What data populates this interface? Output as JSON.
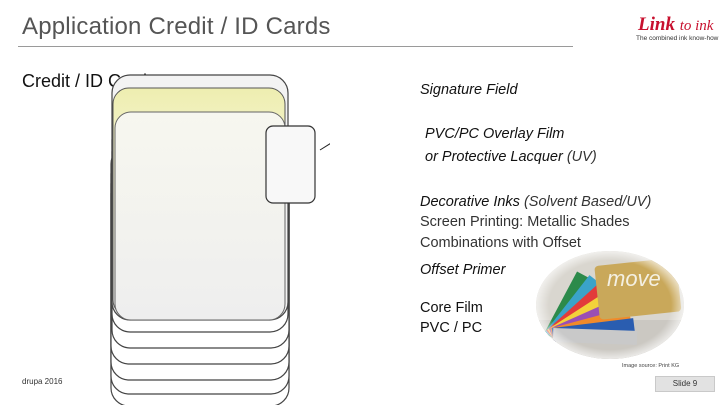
{
  "header": {
    "title": "Application Credit / ID Cards",
    "logo_text_main": "Link",
    "logo_text_suffix": "to ink",
    "logo_tagline": "The combined ink know-how"
  },
  "subtitle": "Credit / ID Cards",
  "layers": {
    "signature": "Signature Field",
    "overlay_line1": "PVC/PC Overlay Film",
    "overlay_line2_pre": "or ",
    "overlay_line2_mid": "Protective Lacquer",
    "overlay_line2_post": " (UV)",
    "decor_main": "Decorative Inks",
    "decor_sub": " (Solvent Based/UV)",
    "screen": "Screen Printing: Metallic Shades",
    "combo": "Combinations with Offset",
    "primer": "Offset Primer",
    "core1": "Core Film",
    "core2": "PVC / PC"
  },
  "photo": {
    "overlay_text": "move"
  },
  "footer": {
    "image_credit": "Image source: Print KG",
    "left": "drupa 2016",
    "slide": "Slide 9"
  },
  "colors": {
    "title_gray": "#555555",
    "logo_red": "#c8102e",
    "card_yellow": "#f2f0b8",
    "card_gray": "#efefef"
  }
}
